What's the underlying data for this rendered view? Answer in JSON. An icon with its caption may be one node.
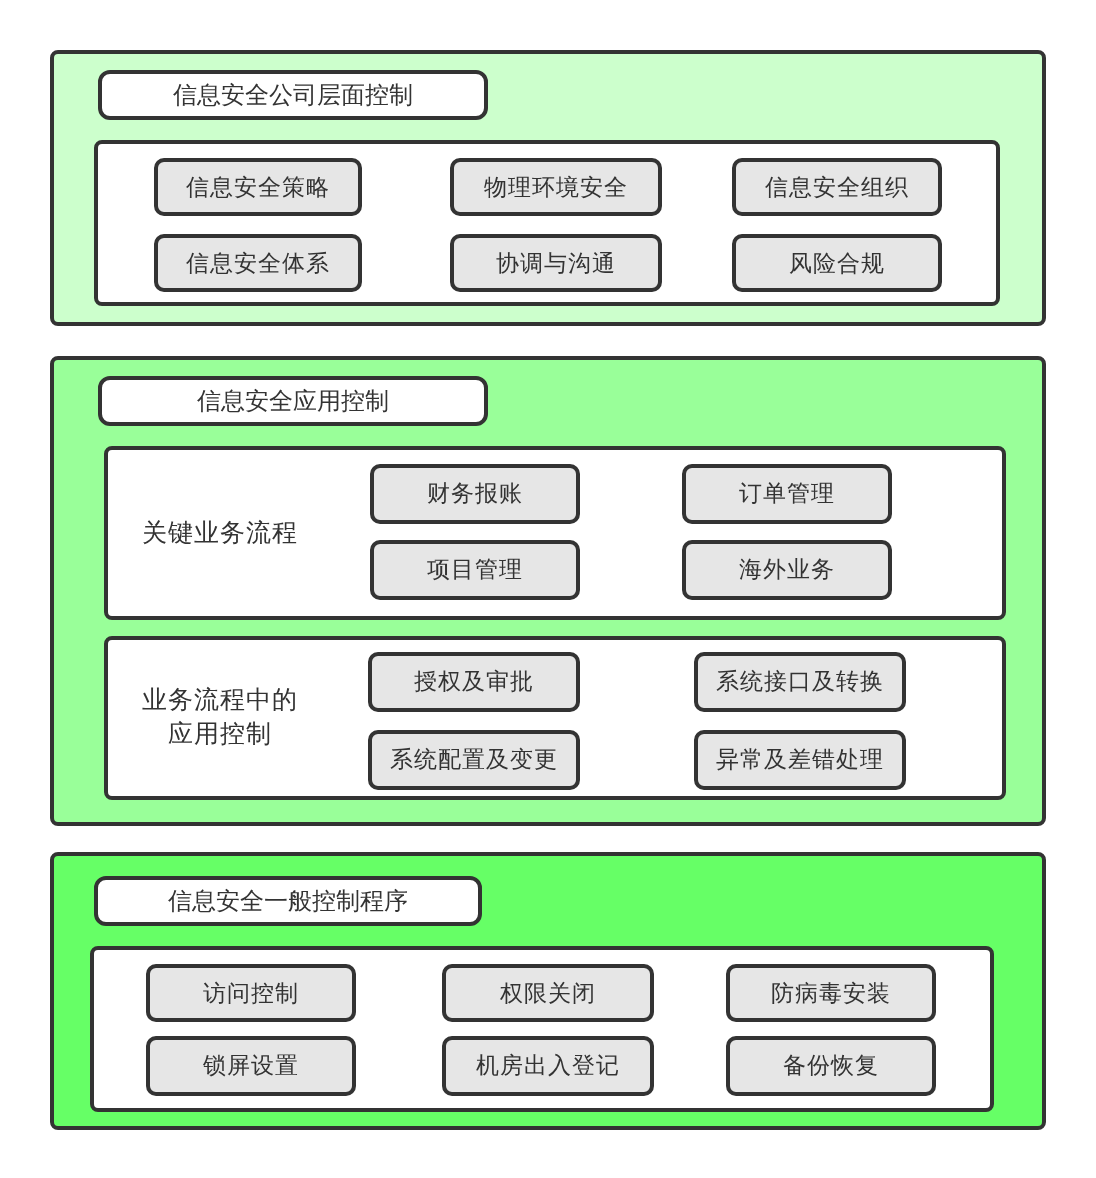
{
  "diagram": {
    "nodes": [
      {
        "text": [],
        "shape": "box"
      },
      {
        "text": [
          "信息安全公司层面控制"
        ],
        "in": 0
      },
      {
        "text": [],
        "shape": "box",
        "in": 0
      },
      {
        "text": [
          "信息安全策略"
        ],
        "in": 2
      },
      {
        "text": [
          "物理环境安全"
        ],
        "in": 2
      },
      {
        "text": [
          "信息安全组织"
        ],
        "in": 2
      },
      {
        "text": [
          "信息安全体系"
        ],
        "in": 2
      },
      {
        "text": [
          "协调与沟通"
        ],
        "in": 2
      },
      {
        "text": [
          "风险合规"
        ],
        "in": 2
      },
      {
        "text": [],
        "shape": "box"
      },
      {
        "text": [
          "信息安全应用控制"
        ],
        "in": 9
      },
      {
        "text": [
          "关键业务流程"
        ],
        "in": 9
      },
      {
        "text": [
          "财务报账"
        ],
        "in": 11
      },
      {
        "text": [
          "订单管理"
        ],
        "in": 11
      },
      {
        "text": [
          "项目管理"
        ],
        "in": 11
      },
      {
        "text": [
          "海外业务"
        ],
        "in": 11
      },
      {
        "text": [
          "业务流程中的应用控制"
        ],
        "in": 9
      },
      {
        "text": [
          "授权及审批"
        ],
        "in": 16
      },
      {
        "text": [
          "系统接口及转换"
        ],
        "in": 16
      },
      {
        "text": [
          "系统配置及变更"
        ],
        "in": 16
      },
      {
        "text": [
          "异常及差错处理"
        ],
        "in": 16
      },
      {
        "text": [],
        "shape": "box"
      },
      {
        "text": [
          "信息安全一般控制程序"
        ],
        "in": 21
      },
      {
        "text": [],
        "shape": "box",
        "in": 21
      },
      {
        "text": [
          "访问控制"
        ],
        "in": 23
      },
      {
        "text": [
          "权限关闭"
        ],
        "in": 23
      },
      {
        "text": [
          "防病毒安装"
        ],
        "in": 23
      },
      {
        "text": [
          "锁屏设置"
        ],
        "in": 23
      },
      {
        "text": [
          "机房出入登记"
        ],
        "in": 23
      },
      {
        "text": [
          "备份恢复"
        ],
        "in": 23
      }
    ]
  }
}
